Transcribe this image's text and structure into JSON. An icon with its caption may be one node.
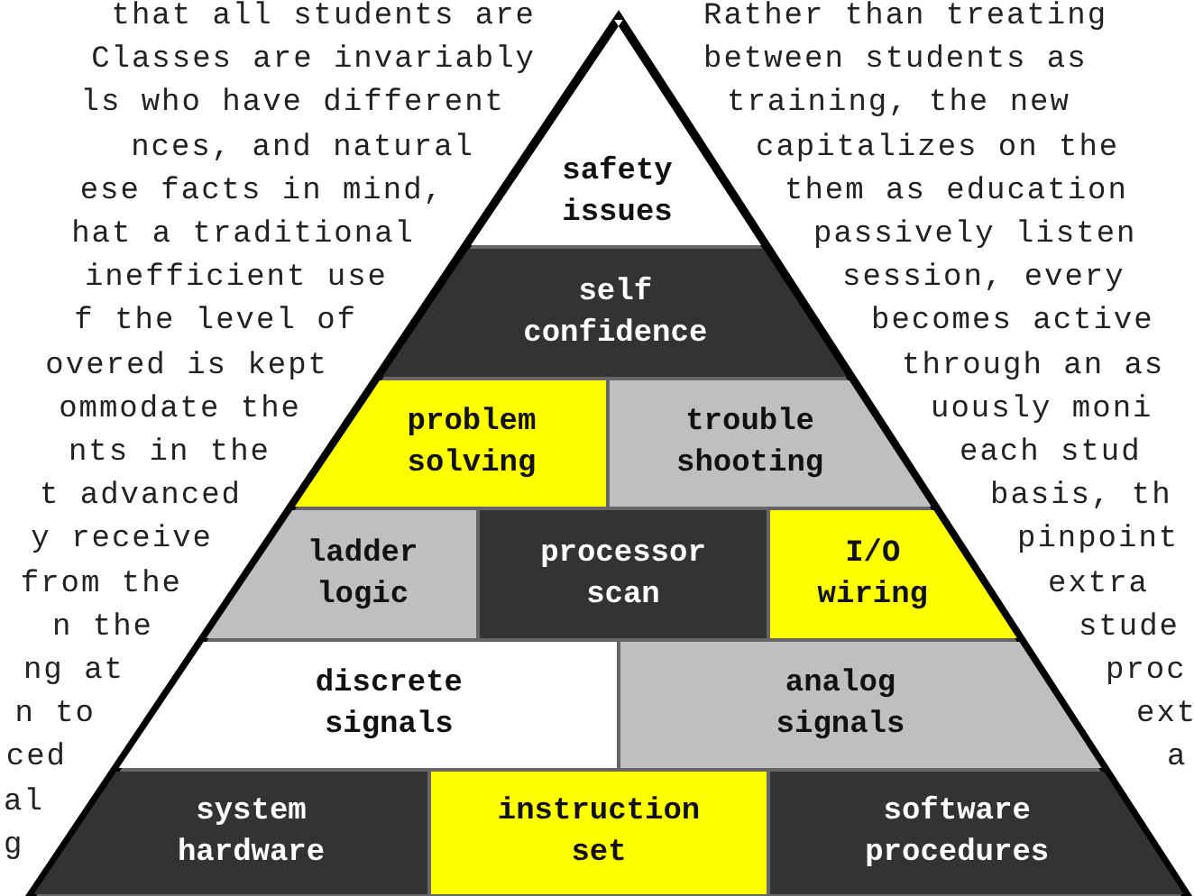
{
  "diagram": {
    "nodes": [
      {
        "text": [
          "safety issues"
        ]
      },
      {
        "text": [
          "self confidence"
        ]
      },
      {
        "text": [
          "problem solving"
        ]
      },
      {
        "text": [
          "trouble shooting"
        ]
      },
      {
        "text": [
          "ladder logic"
        ]
      },
      {
        "text": [
          "processor scan"
        ]
      },
      {
        "text": [
          "I/O wiring"
        ]
      },
      {
        "text": [
          "discrete signals"
        ]
      },
      {
        "text": [
          "analog signals"
        ]
      },
      {
        "text": [
          "system hardware"
        ]
      },
      {
        "text": [
          "instruction set"
        ]
      },
      {
        "text": [
          "software procedures"
        ]
      }
    ],
    "labels": [
      "that all students are",
      "Rather than treating",
      "Classes are invariably",
      "between students as",
      "ls who have different",
      "training, the new",
      "nces, and natural",
      "capitalizes on the",
      "ese facts in mind,",
      "them as education",
      "hat a traditional",
      "passively listen",
      "inefficient use",
      "session, every",
      "f the level of",
      "becomes active",
      "overed is kept",
      "through an as",
      "ommodate the",
      "uously moni",
      "nts in the",
      "each stud",
      "t advanced",
      "basis, th",
      "y receive",
      "pinpoint",
      "from the",
      "extra",
      "n the",
      "stude",
      "ng at",
      "proc",
      "n to",
      "ext",
      "ced",
      "a",
      "al",
      "g"
    ]
  }
}
